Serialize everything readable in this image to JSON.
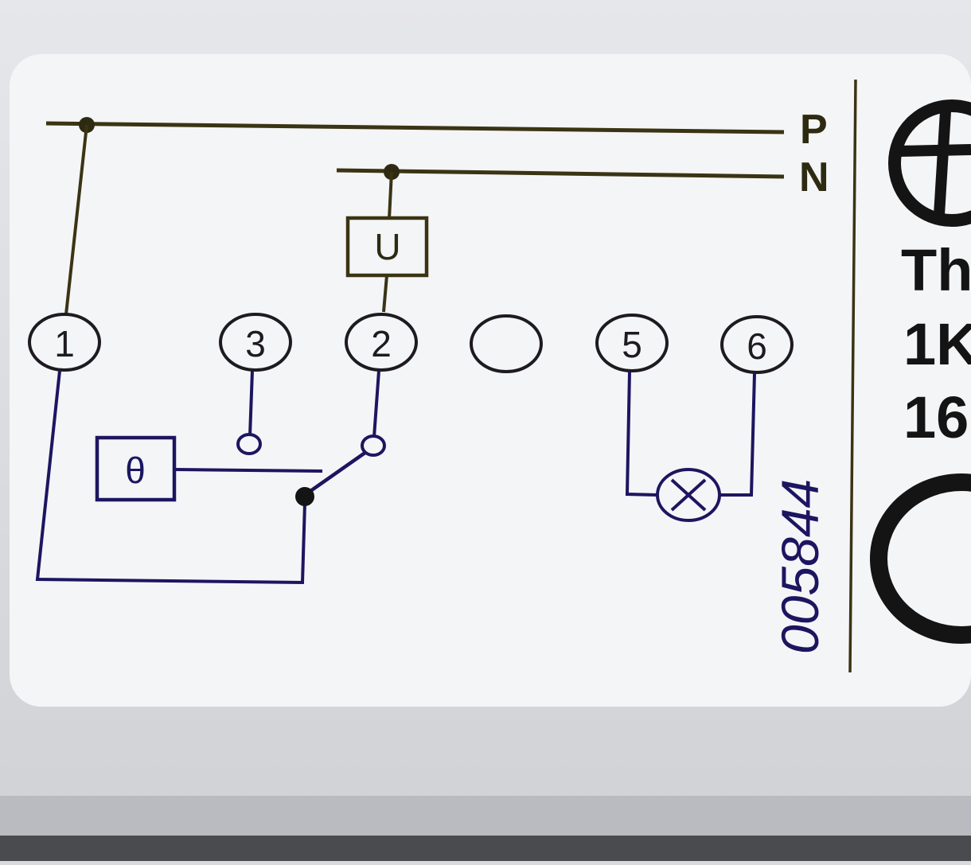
{
  "diagram": {
    "rails": [
      {
        "id": "phase",
        "label": "P"
      },
      {
        "id": "neutral",
        "label": "N"
      }
    ],
    "terminals": [
      {
        "id": "t1",
        "label": "1"
      },
      {
        "id": "t3",
        "label": "3"
      },
      {
        "id": "t2",
        "label": "2"
      },
      {
        "id": "t4",
        "label": ""
      },
      {
        "id": "t5",
        "label": "5"
      },
      {
        "id": "t6",
        "label": "6"
      }
    ],
    "components": {
      "heater_symbol": "U",
      "sensor_symbol": "θ"
    },
    "serial_number": "005844",
    "side_text": [
      "Th",
      "1K",
      "16"
    ],
    "colors": {
      "ink_upper": "#3a3414",
      "ink_lower": "#1c1660",
      "panel": "#f4f5f7",
      "black": "#141414"
    }
  }
}
